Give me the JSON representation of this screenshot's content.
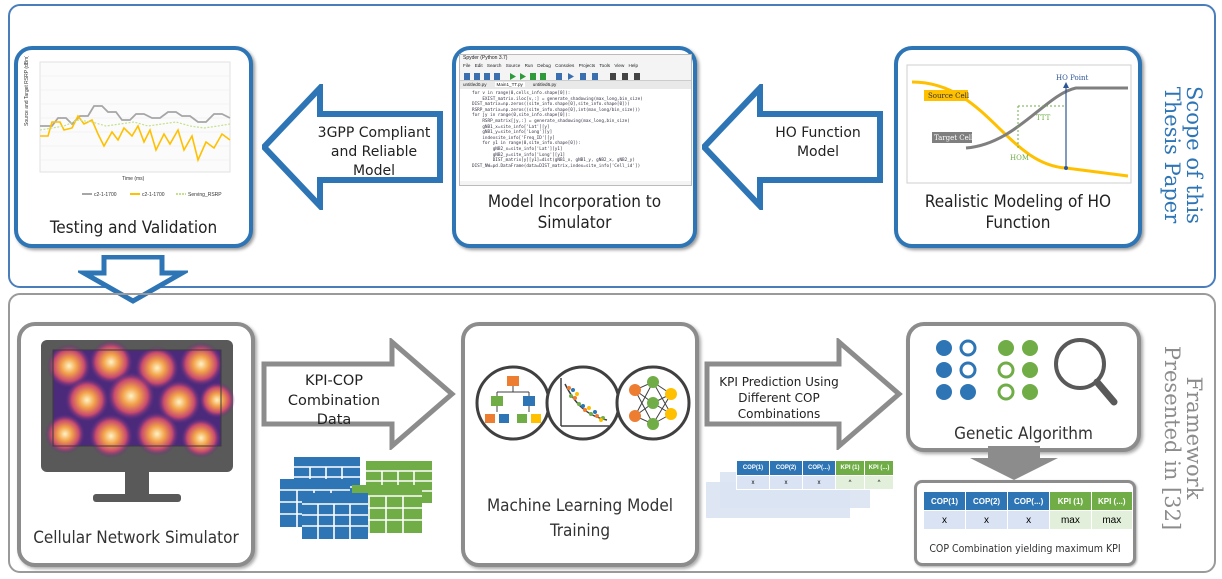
{
  "scope": {
    "side_title": "Scope of this Thesis Paper",
    "testing": {
      "caption": "Testing and Validation",
      "legend": [
        "c2-1-1700",
        "c2-1-1700",
        "Serving_RSRP"
      ]
    },
    "incorporation": {
      "caption": "Model Incorporation to Simulator",
      "window_title": "Spyder (Python 3.7)",
      "menu": [
        "File",
        "Edit",
        "Search",
        "Source",
        "Run",
        "Debug",
        "Consoles",
        "Projects",
        "Tools",
        "View",
        "Help"
      ],
      "tabs": [
        "untitled0.py",
        "Main1_TT.py",
        "untitled6.py"
      ],
      "code_lines": [
        "for v in range(0,cells_info.shape[0]):",
        "    EXIST_matrix.iloc[v,:] = generate_shadowing(max_long,bin_size)",
        "DIST_matrix=np.zeros((site_info.shape[0],site_info.shape[0]))",
        "RSRP_matrix=np.zeros((site_info.shape[0],int(max_long/bin_size)))",
        "",
        "for jy in range(0,site_info.shape[0]):",
        "    RSRP_matrix[jy,:] = generate_shadowing(max_long,bin_size)",
        "    gNB1_x=site_info['Lat'][y]",
        "    gNB1_y=site_info['Long'][y]",
        "    indexsite_info['Freq_ID'][y]",
        "    for y1 in range(0,site_info.shape[0]):",
        "        gNB2_x=site_info['Lat'][y1]",
        "        gNB2_y=site_info['Long'][y1]",
        "        DIST_matrix[y][y1]=dist(gNB1_x, gNB1_y, gNB2_x, gNB2_y)",
        "",
        "DIST_NW=pd.DataFrame(data=DIST_matrix,index=site_info['Cell_id'])"
      ]
    },
    "ho": {
      "caption": "Realistic Modeling of HO Function",
      "labels": {
        "ho_point": "HO Point",
        "source": "Source Cell",
        "target": "Target Cell",
        "ttt": "TTT",
        "hom": "HOM"
      }
    },
    "arrow_3gpp": "3GPP Compliant and Reliable Model",
    "arrow_ho": "HO Function Model"
  },
  "framework": {
    "side_title": "Framework Presented in [32]",
    "simulator_caption": "Cellular Network Simulator",
    "arrow_kpi_cop": "KPI-COP Combination Data",
    "ml_caption": "Machine Learning Model Training",
    "arrow_predict": "KPI Prediction Using Different COP Combinations",
    "ga_caption": "Genetic Algorithm",
    "small_table": {
      "headers": [
        "COP(1)",
        "COP(2)",
        "COP(...)",
        "KPI (1)",
        "KPI (...)"
      ],
      "row": [
        "x",
        "x",
        "x",
        "^",
        "^"
      ]
    },
    "result_table": {
      "headers": [
        "COP(1)",
        "COP(2)",
        "COP(...)",
        "KPI (1)",
        "KPI (...)"
      ],
      "row": [
        "x",
        "x",
        "x",
        "max",
        "max"
      ],
      "caption": "COP Combination yielding maximum KPI"
    }
  },
  "colors": {
    "blue": "#2e75b6",
    "green": "#70ad47",
    "border_blue": "#2e75b6",
    "border_gray": "#7f7f7f",
    "side_blue": "#2e75b6",
    "side_gray": "#8c8c8c"
  }
}
